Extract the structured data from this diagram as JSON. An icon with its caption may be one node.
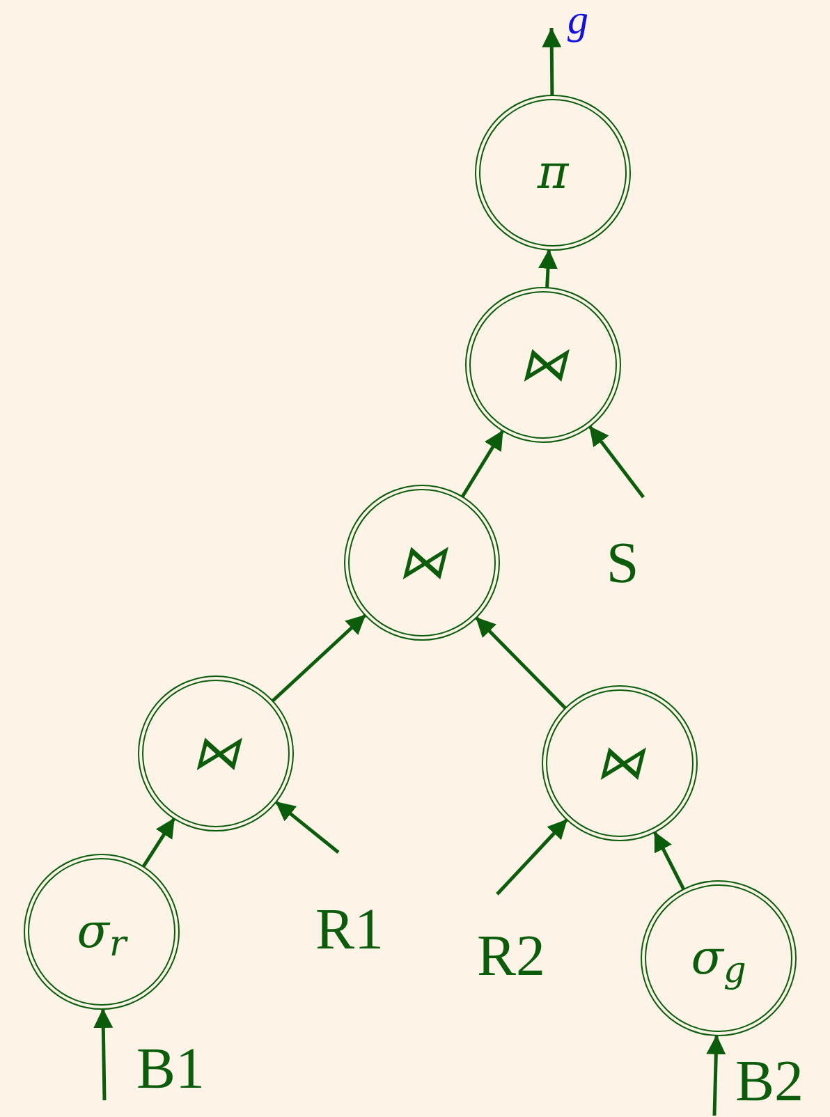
{
  "diagram": {
    "nodes": [
      {
        "text": [
          "g"
        ]
      },
      {
        "text": [
          "π"
        ]
      },
      {
        "text": [
          "⋈"
        ]
      },
      {
        "text": [
          "S"
        ]
      },
      {
        "text": [
          "⋈"
        ]
      },
      {
        "text": [
          "⋈"
        ]
      },
      {
        "text": [
          "⋈"
        ]
      },
      {
        "text": [
          "σ$_{r}$"
        ]
      },
      {
        "text": [
          "R1"
        ]
      },
      {
        "text": [
          "R2"
        ]
      },
      {
        "text": [
          "σ$_{g}$"
        ]
      }
    ],
    "edges": [
      {
        "from": 1,
        "to": 0,
        "arrow": "to"
      },
      {
        "from": 2,
        "to": 1,
        "arrow": "to"
      },
      {
        "from": 4,
        "to": 2,
        "arrow": "to"
      },
      {
        "from": 3,
        "to": 2,
        "arrow": "to"
      },
      {
        "from": 5,
        "to": 4,
        "arrow": "to"
      },
      {
        "from": 6,
        "to": 4,
        "arrow": "to"
      },
      {
        "from": 7,
        "to": 5,
        "arrow": "to"
      },
      {
        "from": 8,
        "to": 5,
        "arrow": "to"
      },
      {
        "from": 9,
        "to": 6,
        "arrow": "to"
      },
      {
        "from": 10,
        "to": 6,
        "arrow": "to"
      },
      {
        "from": null,
        "to": 7,
        "arrow": "to"
      },
      {
        "from": null,
        "to": 10,
        "arrow": "to"
      }
    ],
    "labels": [
      "B1",
      "B2"
    ]
  }
}
